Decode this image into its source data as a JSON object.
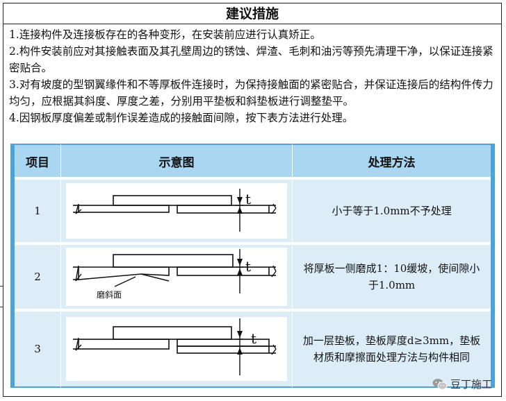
{
  "title": "建议措施",
  "paragraphs": [
    "1.连接构件及连接板存在的各种变形，在安装前应进行认真矫正。",
    "2.构件安装前应对其接触表面及其孔壁周边的锈蚀、焊渣、毛刺和油污等预先清理干净，以保证连接紧密贴合。",
    "3.对有坡度的型钢翼缘件和不等厚板件连接时，为保持接触面的紧密贴合，并保证连接后的结构件传力均匀，应根据其斜度、厚度之差，分别用平垫板和斜垫板进行调整垫平。",
    "4.因钢板厚度偏差或制作误差造成的接触面间隙，按下表方法进行处理。"
  ],
  "table": {
    "headers": [
      "项目",
      "示意图",
      "处理方法"
    ],
    "rows": [
      {
        "no": "1",
        "t_label": "t",
        "slope_label": "",
        "method": "小于等于1.0mm不予处理"
      },
      {
        "no": "2",
        "t_label": "t",
        "slope_label": "磨斜面",
        "method": "将厚板一侧磨成1：10缓坡，使间隙小于1.0mm"
      },
      {
        "no": "3",
        "t_label": "t",
        "slope_label": "",
        "method": "加一层垫板，垫板厚度d≥3mm，垫板材质和摩擦面处理方法与构件相同"
      }
    ]
  },
  "watermark": {
    "text": "豆丁施工",
    "icon": "wechat-icon"
  },
  "colors": {
    "header_bg": "#a9d6f0",
    "row_bg": "#dcedf8",
    "table_border": "#4ba3d9"
  }
}
